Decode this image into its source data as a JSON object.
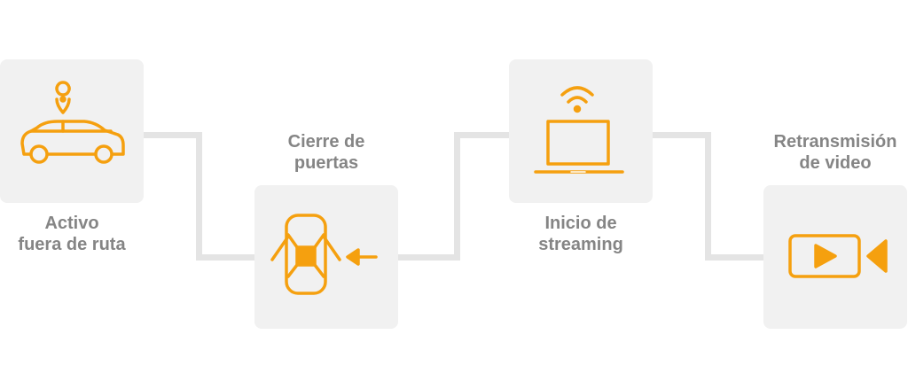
{
  "accent_color": "#f5a00f",
  "steps": [
    {
      "icon": "car-location-icon",
      "label": [
        "Activo",
        "fuera de ruta"
      ]
    },
    {
      "icon": "car-doors-icon",
      "label": [
        "Cierre de",
        "puertas"
      ]
    },
    {
      "icon": "laptop-wifi-icon",
      "label": [
        "Inicio de",
        "streaming"
      ]
    },
    {
      "icon": "video-camera-icon",
      "label": [
        "Retransmisión",
        "de video"
      ]
    }
  ]
}
